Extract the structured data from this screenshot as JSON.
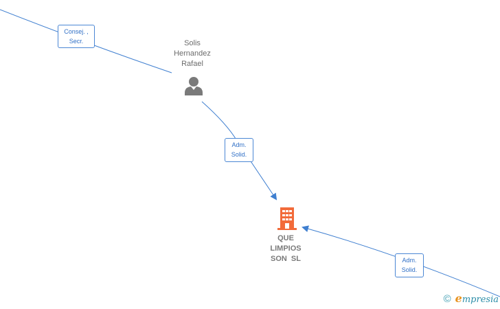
{
  "nodes": {
    "person": {
      "name_lines": [
        "Solis",
        "Hernandez",
        "Rafael"
      ],
      "icon": "person-icon",
      "color": "#7a7a7a"
    },
    "company": {
      "name_lines": [
        "QUE",
        "LIMPIOS",
        "SON  SL"
      ],
      "icon": "building-icon",
      "color": "#f26b3a"
    }
  },
  "edges": {
    "top_left": {
      "label_lines": [
        "Consej. ,",
        "Secr."
      ]
    },
    "person_to_company": {
      "label_lines": [
        "Adm.",
        "Solid."
      ]
    },
    "bottom_right": {
      "label_lines": [
        "Adm.",
        "Solid."
      ]
    }
  },
  "footer": {
    "copyright_symbol": "©",
    "brand_initial": "e",
    "brand_rest": "mpresia"
  },
  "colors": {
    "edge_line": "#3f7fd0",
    "label_text": "#2f6fc6"
  }
}
